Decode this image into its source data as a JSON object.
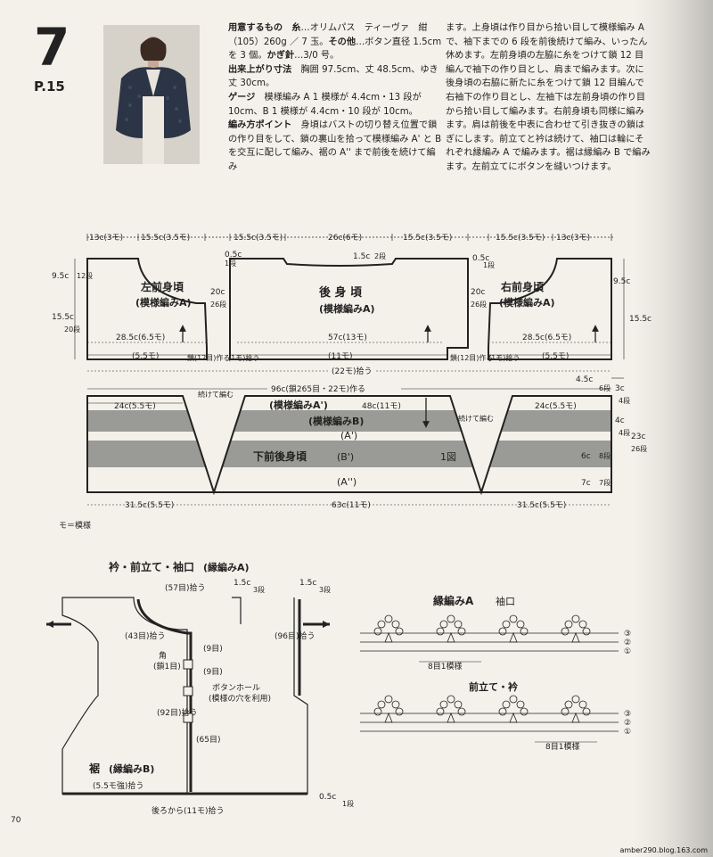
{
  "pattern": {
    "number": "7",
    "page_ref": "P.15",
    "page_number": "70"
  },
  "watermark": "amber290.blog.163.com",
  "text_col1": [
    {
      "b": "用意するもの　糸",
      "t": "…オリムパス　ティーヴァ　紺（105）260g ／ 7 玉。"
    },
    {
      "b": "その他",
      "t": "…ボタン直径 1.5cm を 3 個。"
    },
    {
      "b": "かぎ針",
      "t": "…3/0 号。"
    },
    {
      "b": "出来上がり寸法",
      "t": "　胸囲 97.5cm、丈 48.5cm、ゆき丈 30cm。"
    },
    {
      "b": "ゲージ",
      "t": "　模様編み A 1 模様が 4.4cm・13 段が 10cm、B 1 模様が 4.4cm・10 段が 10cm。"
    },
    {
      "b": "編み方ポイント",
      "t": "　身頃はバストの切り替え位置で鎖の作り目をして、鎖の裏山を拾って模様編み A' と B を交互に配して編み、裾の A'' まで前後を続けて編み"
    }
  ],
  "text_col2": "ます。上身頃は作り目から拾い目して模様編み A で、袖下までの 6 段を前後続けて編み、いったん休めます。左前身頃の左脇に糸をつけて鎖 12 目編んで袖下の作り目とし、肩まで編みます。次に後身頃の右脇に新たに糸をつけて鎖 12 目編んで右袖下の作り目とし、左袖下は左前身頃の作り目から拾い目して編みます。右前身頃も同様に編みます。肩は前後を中表に合わせて引き抜きの鎖はぎにします。前立てと衿は続けて、袖口は輪にそれぞれ縁編み A で編みます。裾は縁編み B で編みます。左前立てにボタンを縫いつけます。",
  "diagram_top": {
    "top_dims": [
      "13c(3モ)",
      "15.5c(3.5モ)",
      "15.5c(3.5モ)",
      "26c(6モ)",
      "15.5c(3.5モ)",
      "15.5c(3.5モ)",
      "13c(3モ)"
    ],
    "left_front": {
      "title": "左前身頃",
      "sub": "(模様編みA)"
    },
    "back": {
      "title": "後 身 頃",
      "sub": "(模様編みA)"
    },
    "right_front": {
      "title": "右前身頃",
      "sub": "(模様編みA)"
    },
    "dim_95c": "9.5c",
    "dim_12dan_l": "12段",
    "dim_155c": "15.5c",
    "dim_20dan_l": "20段",
    "dim_05c_1dan": "0.5c",
    "dim_1dan": "1段",
    "dim_15c_2dan": "1.5c",
    "dim_2dan": "2段",
    "dim_20c_26dan": "20c",
    "dim_26dan": "26段",
    "dim_285c_l": "28.5c(6.5モ)",
    "dim_57c": "57c(13モ)",
    "dim_285c_r": "28.5c(6.5モ)",
    "dim_55mo_l": "(5.5モ)",
    "dim_11mo": "(11モ)",
    "dim_55mo_r": "(5.5モ)",
    "kusari_12": "鎖(12目)作る",
    "kusari_12_r": "鎖(12目)作る",
    "one_mo_pick": "(1モ)拾う",
    "one_mo_pick_r": "(1モ)拾う",
    "dim_22mo": "(22モ)拾う",
    "dim_96c": "96c(鎖265目・22モ)作る",
    "tsuzukete": "続けて編む",
    "tsuzukete2": "続けて編む",
    "dim_24c_l": "24c(5.5モ)",
    "dim_48c": "48c(11モ)",
    "dim_24c_r": "24c(5.5モ)",
    "dim_45c": "4.5c",
    "dim_6dan": "6段",
    "dim_3c_4dan": "3c",
    "dim_4dan": "4段",
    "dim_4c_4dan": "4c",
    "dim_23c": "23c",
    "dim_26dan_r": "26段",
    "dim_6c_8dan": "6c",
    "dim_8dan": "8段",
    "dim_7c_7dan": "7c",
    "dim_7dan": "7段",
    "label_A1": "(模様編みA')",
    "label_B": "(模様編みB)",
    "label_A2": "(A')",
    "label_lower": "下前後身頃",
    "label_B2": "(B')",
    "label_fig": "1図",
    "label_A3": "(A'')",
    "bottom_dims": [
      "31.5c(5.5モ)",
      "63c(11モ)",
      "31.5c(5.5モ)"
    ],
    "legend": "モ＝模様"
  },
  "diagram_bottom": {
    "title": "衿・前立て・袖口",
    "title_sub": "(縁編みA)",
    "pick57": "(57目)拾う",
    "dim15c_3dan": "1.5c",
    "dim3dan": "3段",
    "dim15c_3dan_r": "1.5c",
    "dim3dan_r": "3段",
    "pick43": "(43目)拾う",
    "pick9a": "(9目)",
    "corner": "角",
    "corner2": "(鎖1目)",
    "pick9b": "(9目)",
    "buttonhole": "ボタンホール",
    "buttonhole2": "(模様の穴を利用)",
    "pick92": "(92目)拾う",
    "pick65": "(65目)",
    "pick96": "(96目)拾う",
    "hem_title": "裾",
    "hem_sub": "(縁編みB)",
    "pick55": "(5.5モ強)拾う",
    "dim05c": "0.5c",
    "dim1dan": "1段",
    "back_pick": "後ろから(11モ)拾う"
  },
  "edging_A": {
    "title": "縁編みA",
    "sub": "袖口",
    "repeat": "8目1模様",
    "rows": [
      "③",
      "②",
      "①"
    ]
  },
  "edging_front": {
    "title": "前立て・衿",
    "repeat": "8目1模様",
    "rows": [
      "③",
      "②",
      "①"
    ]
  }
}
